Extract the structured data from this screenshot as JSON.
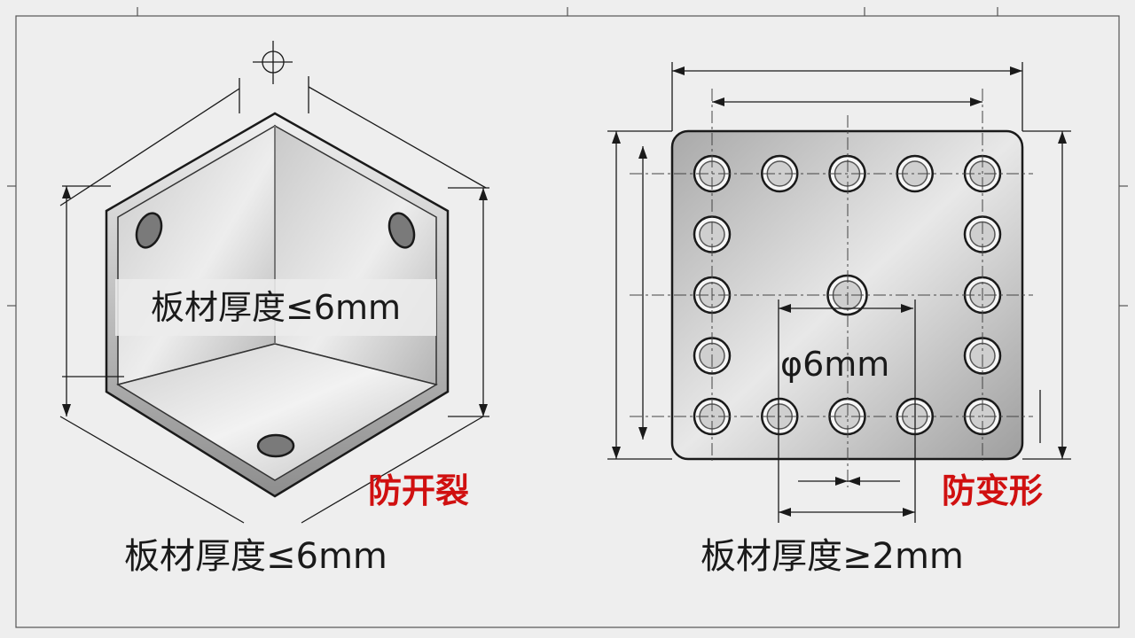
{
  "left_part": {
    "overlay_label": "板材厚度≤6mm",
    "caption": "板材厚度≤6mm",
    "warning": "防开裂",
    "warning_color": "#d01010"
  },
  "right_part": {
    "hole_dimension": "φ6mm",
    "caption": "板材厚度≥2mm",
    "warning": "防变形",
    "warning_color": "#d01010",
    "hole_grid": {
      "columns": 5,
      "rows": 5,
      "center_hole": true
    }
  },
  "colors": {
    "background": "#eeeeee",
    "line": "#1a1a1a",
    "plate_light": "#e4e4e4",
    "plate_dark": "#a4a4a4",
    "warning": "#d01010"
  }
}
